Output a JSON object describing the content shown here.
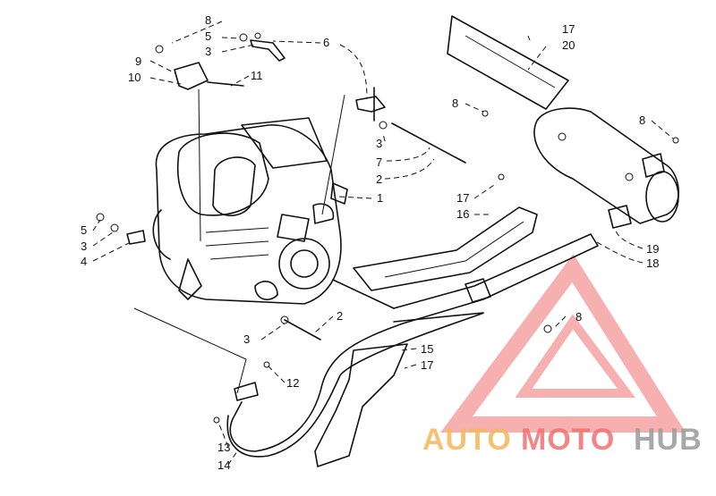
{
  "callouts": {
    "c8a": "8",
    "c5a": "5",
    "c3a": "3",
    "c9": "9",
    "c10": "10",
    "c11": "11",
    "c6": "6",
    "c17a": "17",
    "c20": "20",
    "c8b": "8",
    "c8c": "8",
    "c3b": "3",
    "c7": "7",
    "c2a": "2",
    "c1": "1",
    "c17b": "17",
    "c16": "16",
    "c5b": "5",
    "c3c": "3",
    "c4": "4",
    "c19": "19",
    "c18": "18",
    "c8d": "8",
    "c2b": "2",
    "c3d": "3",
    "c15": "15",
    "c17c": "17",
    "c12": "12",
    "c13": "13",
    "c14": "14"
  },
  "watermark": {
    "part1": "AUTO",
    "part2": "MOTO",
    "part3": "HUB",
    "color_orange": "#f5b85a",
    "color_red": "#f07070",
    "color_gray": "#9a9a9a"
  }
}
